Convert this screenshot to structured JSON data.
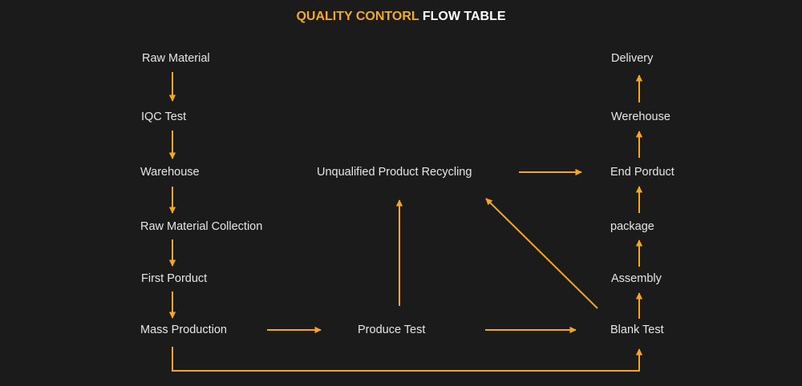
{
  "title": {
    "accent_text": "QUALITY CONTORL",
    "plain_text": "FLOW  TABLE"
  },
  "colors": {
    "background": "#1b1b1b",
    "accent": "#f0aa2c",
    "arrow": "#f5a623",
    "text": "#e6e6e6"
  },
  "nodes": {
    "raw_material": "Raw Material",
    "iqc_test": "IQC Test",
    "warehouse": "Warehouse",
    "raw_material_collection": "Raw Material Collection",
    "first_product": "First Porduct",
    "mass_production": "Mass Production",
    "produce_test": "Produce Test",
    "unqualified_recycling": "Unqualified Product Recycling",
    "blank_test": "Blank Test",
    "assembly": "Assembly",
    "package": "package",
    "end_product": "End Porduct",
    "werehouse": "Werehouse",
    "delivery": "Delivery"
  },
  "edges": [
    {
      "from": "Raw Material",
      "to": "IQC Test"
    },
    {
      "from": "IQC Test",
      "to": "Warehouse"
    },
    {
      "from": "Warehouse",
      "to": "Raw Material Collection"
    },
    {
      "from": "Raw Material Collection",
      "to": "First Porduct"
    },
    {
      "from": "First Porduct",
      "to": "Mass Production"
    },
    {
      "from": "Mass Production",
      "to": "Produce Test"
    },
    {
      "from": "Mass Production",
      "to": "Blank Test"
    },
    {
      "from": "Produce Test",
      "to": "Unqualified Product Recycling"
    },
    {
      "from": "Produce Test",
      "to": "Blank Test"
    },
    {
      "from": "Blank Test",
      "to": "Unqualified Product Recycling"
    },
    {
      "from": "Blank Test",
      "to": "Assembly"
    },
    {
      "from": "Assembly",
      "to": "package"
    },
    {
      "from": "package",
      "to": "End Porduct"
    },
    {
      "from": "Unqualified Product Recycling",
      "to": "End Porduct"
    },
    {
      "from": "End Porduct",
      "to": "Werehouse"
    },
    {
      "from": "Werehouse",
      "to": "Delivery"
    }
  ]
}
